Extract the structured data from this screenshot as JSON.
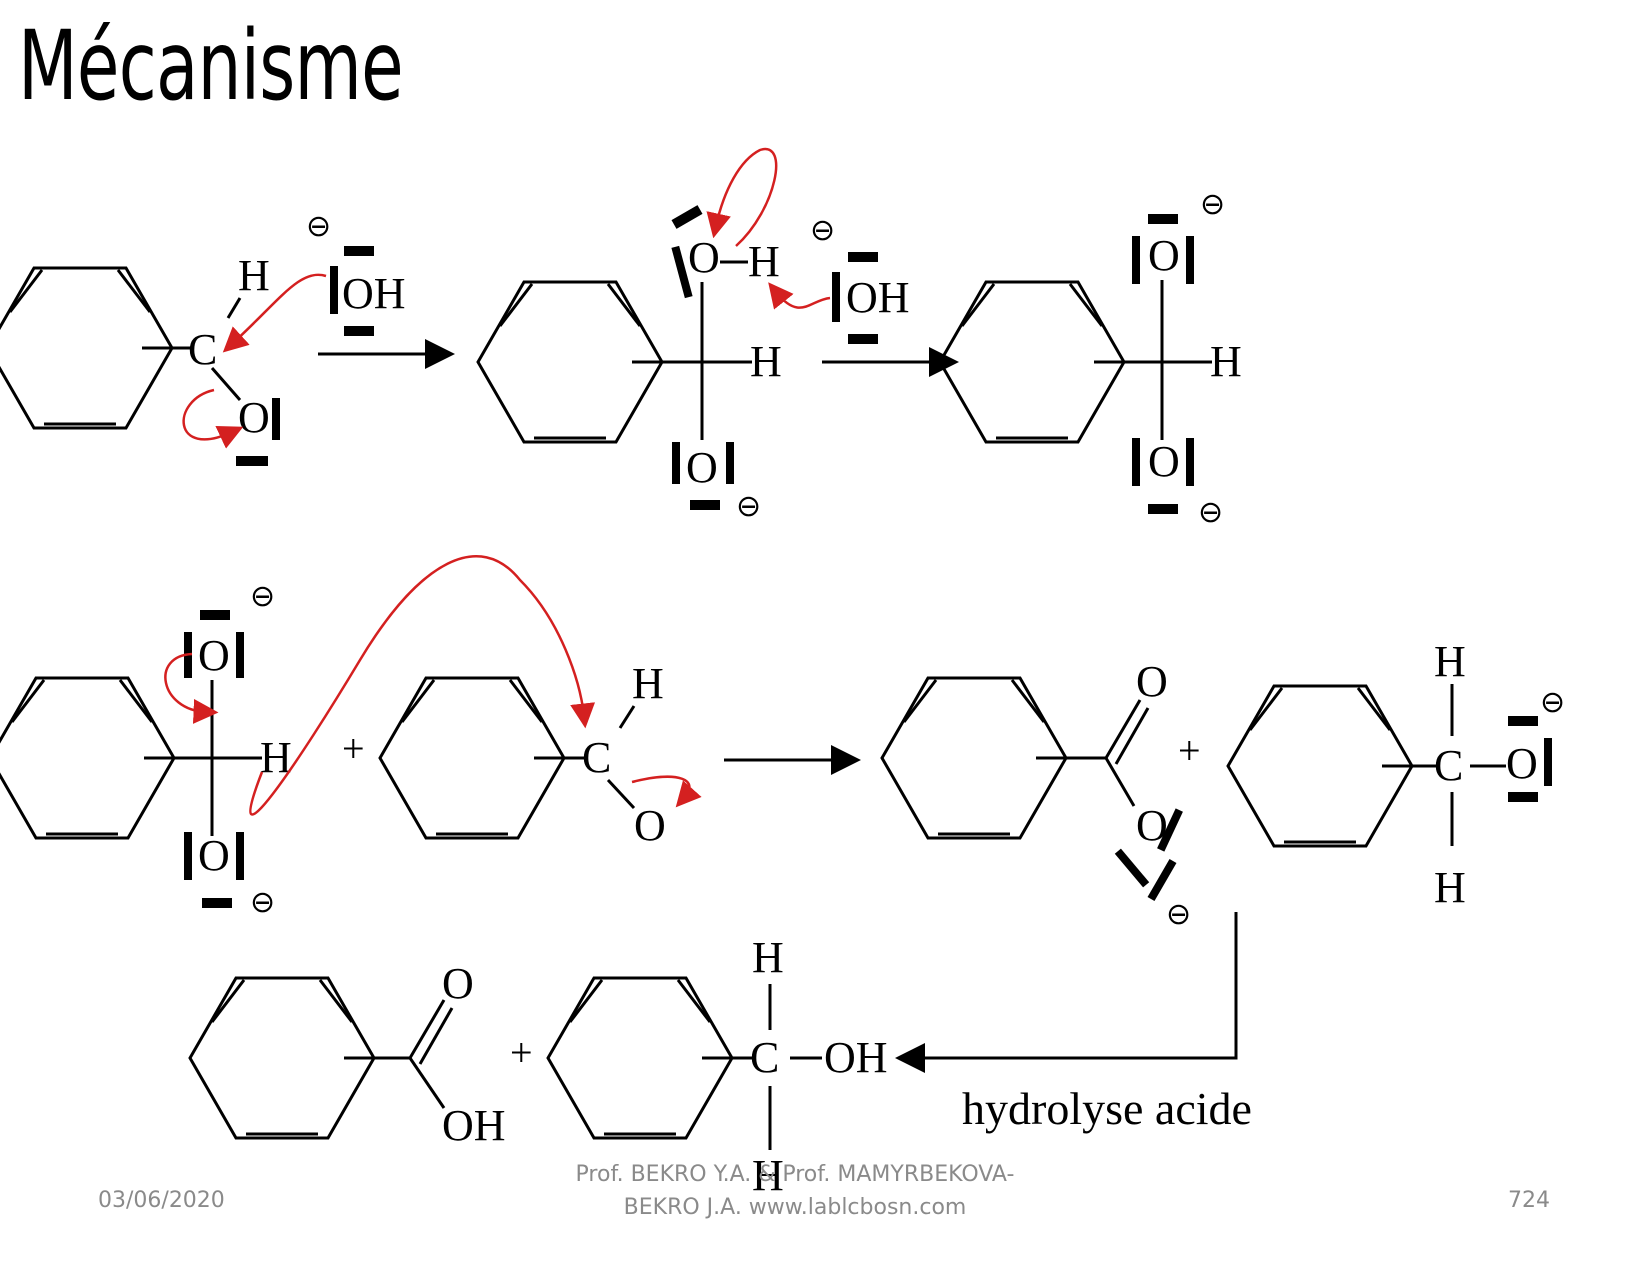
{
  "slide": {
    "title": "Mécanisme",
    "date": "03/06/2020",
    "page_number": "724",
    "author_line1": "Prof. BEKRO Y.A. & Prof. MAMYRBEKOVA-",
    "author_line2": "BEKRO J.A. www.lablcbosn.com"
  },
  "scheme": {
    "atom_H": "H",
    "atom_C": "C",
    "atom_O": "O",
    "group_OH": "OH",
    "plus": "+",
    "negative_charge": "⊖",
    "hydrolysis_label": "hydrolyse acide"
  },
  "colors": {
    "arrow_red": "#d42020",
    "ink": "#000000",
    "footer_gray": "#8a8a8a"
  }
}
